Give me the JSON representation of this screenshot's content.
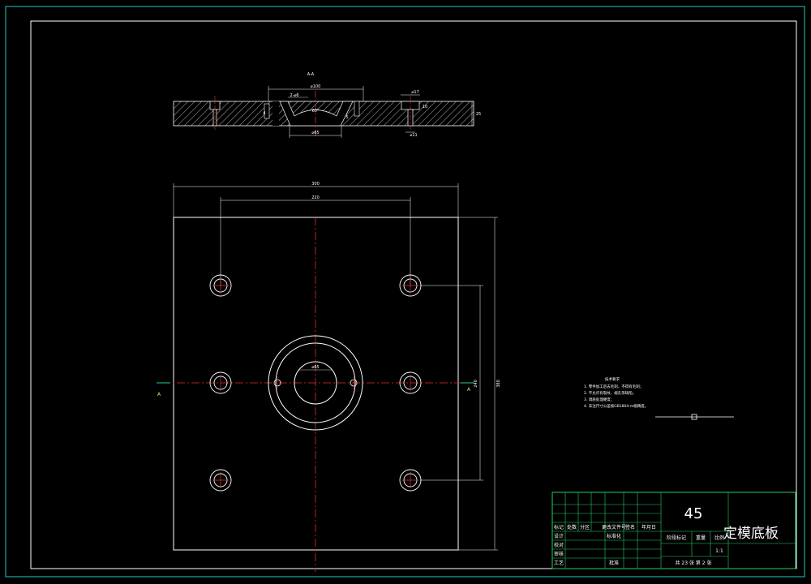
{
  "section": {
    "label": "A-A",
    "dims": [
      "⌀100",
      "2-⌀6",
      "60°",
      "⌀65",
      "⌀17",
      "⌀11",
      "25",
      "10",
      "4",
      "5"
    ]
  },
  "plan": {
    "overall_width": "300",
    "hole_spacing": "220",
    "overall_height": "380",
    "hole_vertical_spacing": "240",
    "center_hole": "⌀65",
    "cut_label_left": "A",
    "cut_label_right": "A"
  },
  "notes": {
    "title": "技术要求",
    "items": [
      "1. 零件加工后去毛刺，不得有毛刺；",
      "2. 不允许有裂纹、缩孔等缺陷；",
      "3. 调质处理硬度；",
      "4. 未注尺寸公差按GB1804-m级精度。"
    ]
  },
  "title_block": {
    "material": "45",
    "part_name": "定模底板",
    "header_row": [
      "标记",
      "处数",
      "分区",
      "更改文件号",
      "签名",
      "年月日"
    ],
    "labels": [
      "设计",
      "标准化",
      "校对",
      "审核",
      "工艺",
      "批准"
    ],
    "stage_label": "阶段标记",
    "weight_label": "重量",
    "scale_label": "比例",
    "scale": "1:1",
    "sheets": "共 23 张 第 2 张"
  }
}
